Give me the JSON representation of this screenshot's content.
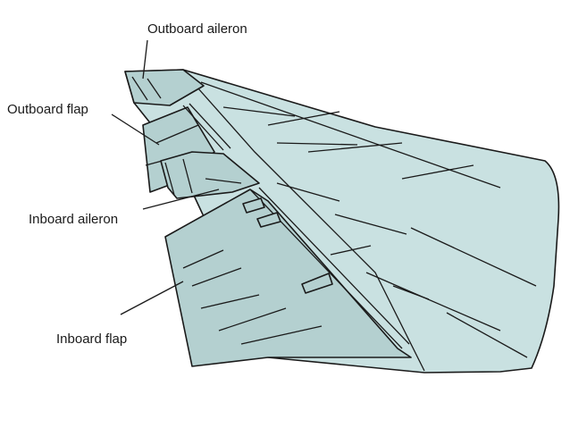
{
  "diagram": {
    "colors": {
      "wing_fill": "#c9e1e1",
      "wing_shadow": "#b4d0d0",
      "outline": "#1a1a1a"
    },
    "labels": {
      "outboard_aileron": "Outboard aileron",
      "outboard_flap": "Outboard flap",
      "inboard_aileron": "Inboard aileron",
      "inboard_flap": "Inboard flap"
    }
  }
}
